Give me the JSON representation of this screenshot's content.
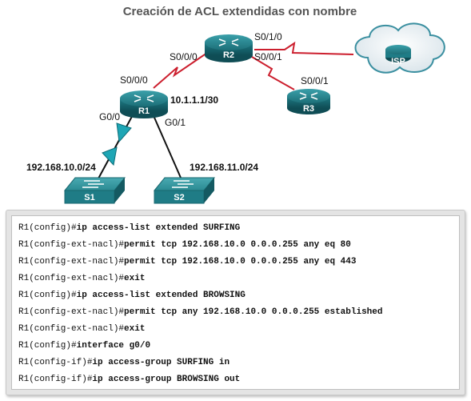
{
  "title": "Creación de ACL extendidas con nombre",
  "devices": {
    "r1": "R1",
    "r2": "R2",
    "r3": "R3",
    "isp": "ISP",
    "s1": "S1",
    "s2": "S2"
  },
  "labels": {
    "r1_s000": "S0/0/0",
    "r1_ip": "10.1.1.1/30",
    "r1_g00": "G0/0",
    "r1_g01": "G0/1",
    "r2_s000": "S0/0/0",
    "r2_s010": "S0/1/0",
    "r2_s001": "S0/0/1",
    "r3_s001": "S0/0/1",
    "lan1": "192.168.10.0/24",
    "lan2": "192.168.11.0/24"
  },
  "cli": [
    {
      "prompt": "R1(config)#",
      "cmd": "ip access-list extended SURFING"
    },
    {
      "prompt": "R1(config-ext-nacl)#",
      "cmd": "permit tcp 192.168.10.0 0.0.0.255 any eq 80"
    },
    {
      "prompt": "R1(config-ext-nacl)#",
      "cmd": "permit tcp 192.168.10.0 0.0.0.255 any eq 443"
    },
    {
      "prompt": "R1(config-ext-nacl)#",
      "cmd": "exit"
    },
    {
      "prompt": "R1(config)#",
      "cmd": "ip access-list extended BROWSING"
    },
    {
      "prompt": "R1(config-ext-nacl)#",
      "cmd": "permit tcp any 192.168.10.0 0.0.0.255 established"
    },
    {
      "prompt": "R1(config-ext-nacl)#",
      "cmd": "exit"
    },
    {
      "prompt": "R1(config)#",
      "cmd": "interface g0/0"
    },
    {
      "prompt": "R1(config-if)#",
      "cmd": "ip access-group SURFING in"
    },
    {
      "prompt": "R1(config-if)#",
      "cmd": "ip access-group BROWSING out"
    }
  ],
  "colors": {
    "serial_link": "#cc1f2e",
    "router_teal": "#1f7c86",
    "switch_teal": "#2a8a92"
  }
}
